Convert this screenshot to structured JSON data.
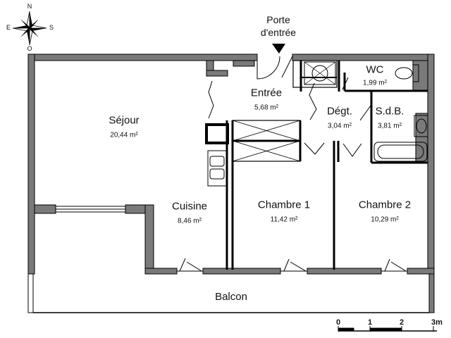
{
  "plan": {
    "entrance_label": [
      "Porte",
      "d'entrée"
    ],
    "compass": {
      "north": "N",
      "south": "S",
      "east": "E",
      "west": "O"
    },
    "rooms": [
      {
        "id": "sejour",
        "name": "Séjour",
        "area": "20,44 m²"
      },
      {
        "id": "cuisine",
        "name": "Cuisine",
        "area": "8,46 m²"
      },
      {
        "id": "entree",
        "name": "Entrée",
        "area": "5,68 m²"
      },
      {
        "id": "degt",
        "name": "Dégt.",
        "area": "3,04 m²"
      },
      {
        "id": "wc",
        "name": "WC",
        "area": "1,99 m²"
      },
      {
        "id": "sdb",
        "name": "S.d.B.",
        "area": "3,81 m²"
      },
      {
        "id": "chambre1",
        "name": "Chambre 1",
        "area": "11,42 m²"
      },
      {
        "id": "chambre2",
        "name": "Chambre 2",
        "area": "10,29 m²"
      },
      {
        "id": "balcon",
        "name": "Balcon",
        "area": ""
      }
    ],
    "scale": {
      "ticks": [
        "0",
        "1",
        "2",
        "3m"
      ]
    },
    "colors": {
      "wall": "#7a7a7a",
      "wall_edge": "#000000",
      "line": "#000000"
    }
  }
}
